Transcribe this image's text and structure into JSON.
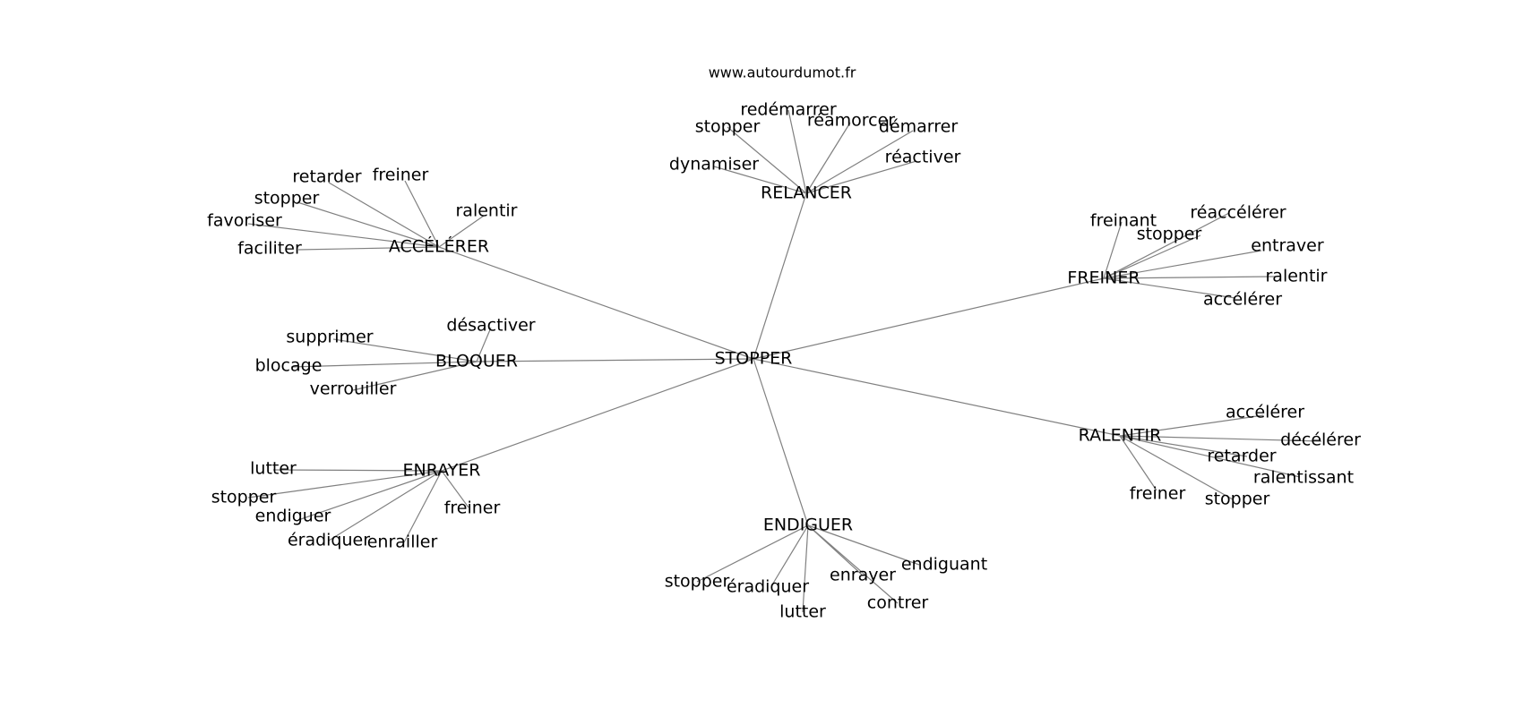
{
  "site": "www.autourdumot.fr",
  "graph": {
    "center": "STOPPER",
    "hubs": [
      {
        "label": "ACCÉLÉRER",
        "words": [
          "retarder",
          "freiner",
          "stopper",
          "ralentir",
          "favoriser",
          "faciliter"
        ]
      },
      {
        "label": "RELANCER",
        "words": [
          "redémarrer",
          "stopper",
          "réamorcer",
          "démarrer",
          "réactiver",
          "dynamiser"
        ]
      },
      {
        "label": "FREINER",
        "words": [
          "freinant",
          "réaccélérer",
          "stopper",
          "entraver",
          "ralentir",
          "accélérer"
        ]
      },
      {
        "label": "BLOQUER",
        "words": [
          "désactiver",
          "supprimer",
          "blocage",
          "verrouiller"
        ]
      },
      {
        "label": "RALENTIR",
        "words": [
          "accélérer",
          "décélérer",
          "retarder",
          "ralentissant",
          "freiner",
          "stopper"
        ]
      },
      {
        "label": "ENRAYER",
        "words": [
          "lutter",
          "stopper",
          "endiguer",
          "freiner",
          "éradiquer",
          "enrailler"
        ]
      },
      {
        "label": "ENDIGUER",
        "words": [
          "endiguant",
          "stopper",
          "éradiquer",
          "enrayer",
          "lutter",
          "contrer"
        ]
      }
    ]
  }
}
